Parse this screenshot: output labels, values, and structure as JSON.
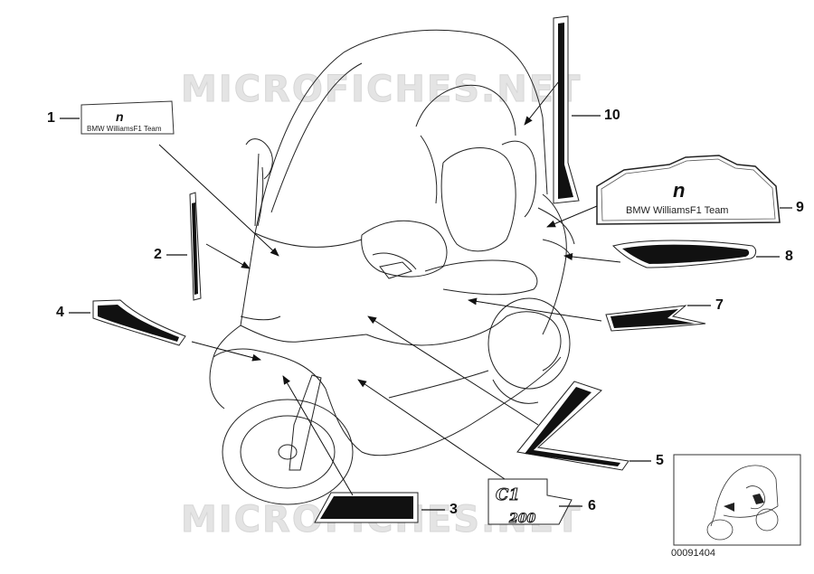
{
  "watermark": "MICROFICHES.NET",
  "part_number": "00091404",
  "decal_team_text": "BMW WilliamsF1 Team",
  "logo_c1": "C1",
  "logo_200": "200",
  "callouts": [
    {
      "id": "1",
      "label": "1"
    },
    {
      "id": "2",
      "label": "2"
    },
    {
      "id": "3",
      "label": "3"
    },
    {
      "id": "4",
      "label": "4"
    },
    {
      "id": "5",
      "label": "5"
    },
    {
      "id": "6",
      "label": "6"
    },
    {
      "id": "7",
      "label": "7"
    },
    {
      "id": "8",
      "label": "8"
    },
    {
      "id": "9",
      "label": "9"
    },
    {
      "id": "10",
      "label": "10"
    }
  ]
}
